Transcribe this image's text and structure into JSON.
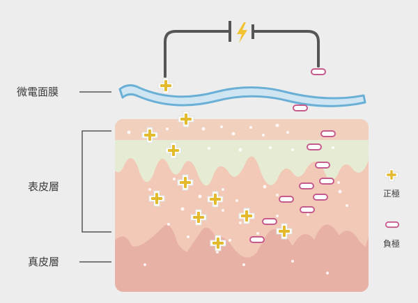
{
  "labels": {
    "microcurrent_mask": "微電面膜",
    "epidermis": "表皮層",
    "dermis": "真皮層"
  },
  "legend": {
    "positive_label": "正極",
    "negative_label": "負極"
  },
  "colors": {
    "background": "#ededed",
    "wire": "#555555",
    "battery_bolt": "#f1c232",
    "mask_fill": "#cfe6f2",
    "mask_stroke": "#6aafd6",
    "epidermis_top": "#f1d0be",
    "epidermis_band": "#e6ebd4",
    "skin_mid": "#f1c9b6",
    "dermis": "#e8b1a5",
    "positive_ion": "#e3b92d",
    "negative_ion": "#c55a8c"
  },
  "icons": [
    "battery-icon",
    "lightning-bolt-icon",
    "plus-ion-icon",
    "minus-ion-icon"
  ]
}
